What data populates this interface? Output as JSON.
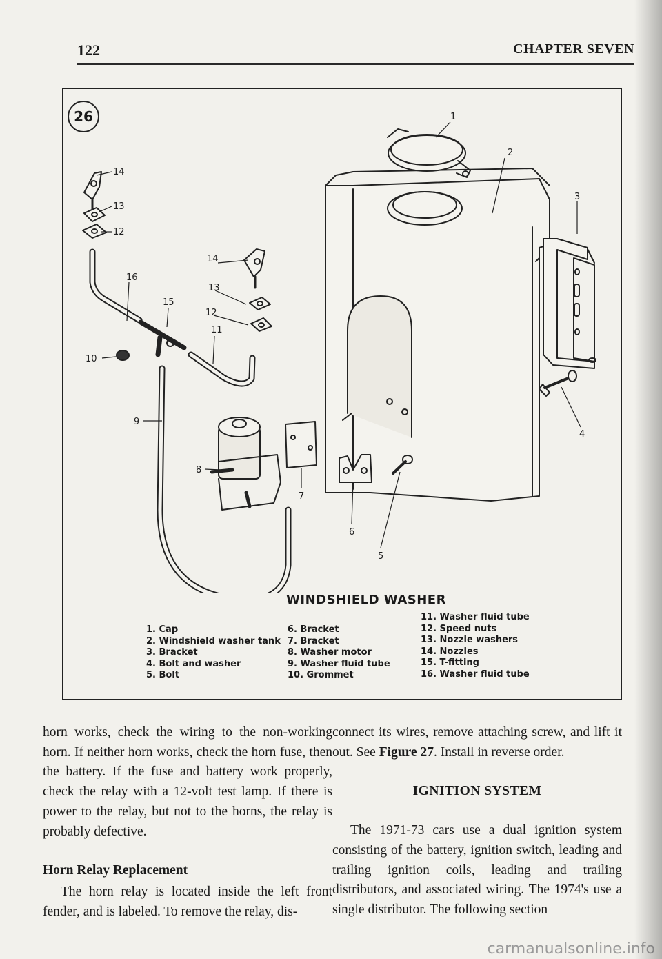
{
  "header": {
    "page_number": "122",
    "chapter": "CHAPTER SEVEN"
  },
  "figure": {
    "number": "26",
    "title": "WINDSHIELD WASHER",
    "callouts": {
      "c1": "1",
      "c2": "2",
      "c3": "3",
      "c4": "4",
      "c5": "5",
      "c6": "6",
      "c7": "7",
      "c8": "8",
      "c9": "9",
      "c10": "10",
      "c11": "11",
      "c12a": "12",
      "c12b": "12",
      "c13a": "13",
      "c13b": "13",
      "c14a": "14",
      "c14b": "14",
      "c15": "15",
      "c16": "16"
    },
    "legend": [
      [
        "1. Cap",
        "2. Windshield washer tank",
        "3. Bracket",
        "4. Bolt and washer",
        "5. Bolt"
      ],
      [
        "6. Bracket",
        "7. Bracket",
        "8. Washer motor",
        "9. Washer fluid tube",
        "10. Grommet"
      ],
      [
        "11. Washer fluid tube",
        "12. Speed nuts",
        "13. Nozzle washers",
        "14. Nozzles",
        "15. T-fitting",
        "16. Washer fluid tube"
      ]
    ]
  },
  "body": {
    "left_para1": "horn works, check the wiring to the non-working horn. If neither horn works, check the horn fuse, then the battery. If the fuse and battery work properly, check the relay with a 12-volt test lamp. If there is power to the relay, but not to the horns, the relay is probably defective.",
    "left_subhead": "Horn Relay Replacement",
    "left_para2": "The horn relay is located inside the left front fender, and is labeled. To remove the relay, dis-",
    "right_para1_a": "connect its wires, remove attaching screw, and lift it out. See ",
    "right_para1_ref": "Figure 27",
    "right_para1_b": ". Install in reverse order.",
    "right_heading": "IGNITION SYSTEM",
    "right_para2": "The 1971-73 cars use a dual ignition system consisting of the battery, ignition switch, leading and trailing ignition coils, leading and trailing distributors, and associated wiring. The 1974's use a single distributor. The following section"
  },
  "watermark": "carmanualsonline.info"
}
